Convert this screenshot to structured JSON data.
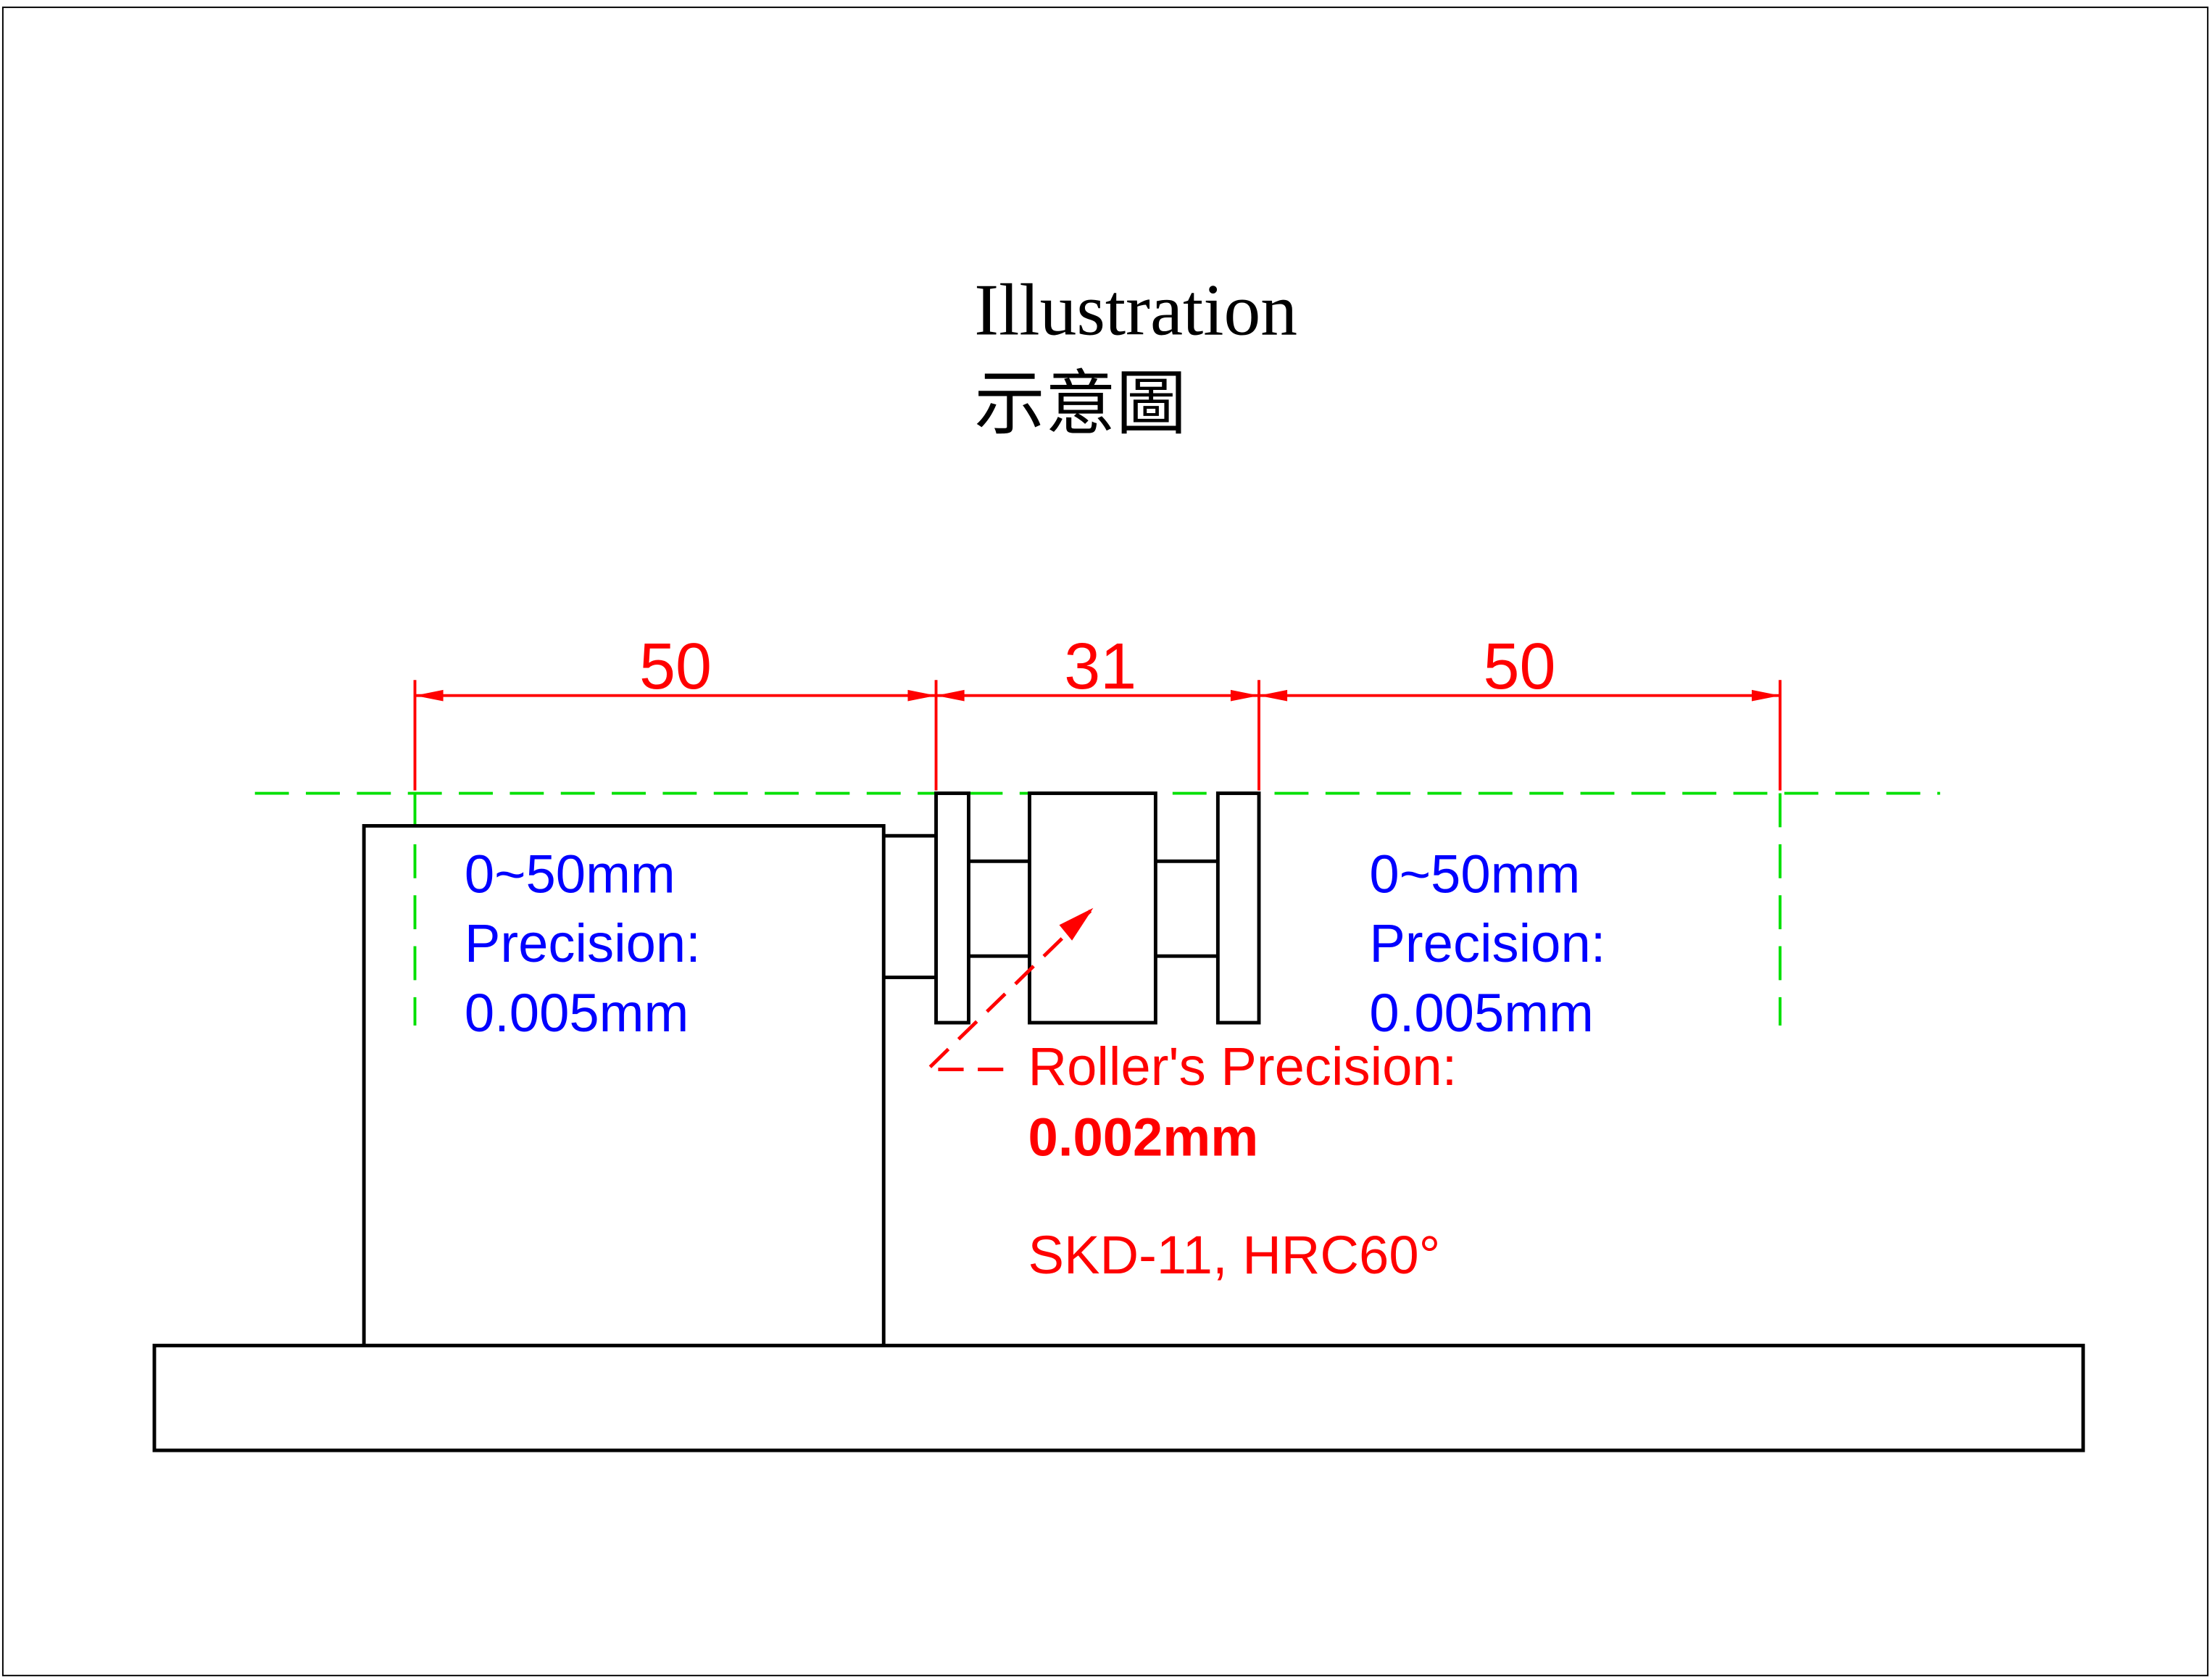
{
  "title": {
    "en": "Illustration",
    "zh": "示意圖"
  },
  "dimensions": {
    "left": "50",
    "center": "31",
    "right": "50"
  },
  "left_spec": {
    "range": "0~50mm",
    "label": "Precision:",
    "value": "0.005mm"
  },
  "right_spec": {
    "range": "0~50mm",
    "label": "Precision:",
    "value": "0.005mm"
  },
  "roller_note": {
    "label": "Roller's Precision:",
    "value": "0.002mm",
    "material": "SKD-11, HRC60°"
  },
  "colors": {
    "dimension": "#ff0000",
    "reference": "#00e000",
    "spec": "#0000ff",
    "outline": "#000000"
  }
}
